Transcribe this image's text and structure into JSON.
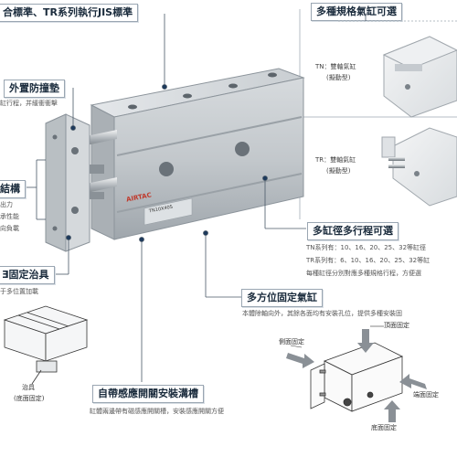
{
  "header": {
    "left_title": "合標準、TR系列執行JIS標準",
    "right_title": "多種規格氣缸可選"
  },
  "features": {
    "bumper": {
      "title": "外置防撞墊",
      "desc": "缸行程，并緩衝衝擊"
    },
    "structure": {
      "title": "結構",
      "lines": [
        "出力",
        "承性能",
        "向負載"
      ]
    },
    "fixture": {
      "title": "Ǝ固定治具",
      "desc": "于多位置加載"
    },
    "bore_stroke": {
      "title": "多缸徑多行程可選",
      "lines": [
        "TN系列有：10、16、20、25、32等缸徑",
        "TR系列有：6、10、16、20、25、32等缸",
        "每種缸徑分別對應多種規格行程，方便選"
      ]
    },
    "mounting": {
      "title": "多方位固定氣缸",
      "desc": "本體除軸向外，其餘各面均有安裝孔位，提供多種安裝固"
    },
    "sensor": {
      "title": "自帶感應開關安裝溝槽",
      "desc": "缸體兩邊帶有磁感應開關槽，安裝感應開關方便"
    }
  },
  "variants": [
    {
      "code": "TN：雙軸氣缸",
      "note": "(擬動型)"
    },
    {
      "code": "TR：雙軸氣缸",
      "note": "(擬動型)"
    }
  ],
  "product": {
    "brand": "AIRTAC",
    "model": "TN10X40S"
  },
  "diagram_labels": {
    "jig": "治具",
    "jig_note": "(底面固定)",
    "top": "頂面固定",
    "side": "側面固定",
    "end": "端面固定",
    "bottom": "底面固定"
  },
  "colors": {
    "accent": "#1d3a5c",
    "line": "#8a96a3",
    "body": "#c9ced3"
  }
}
